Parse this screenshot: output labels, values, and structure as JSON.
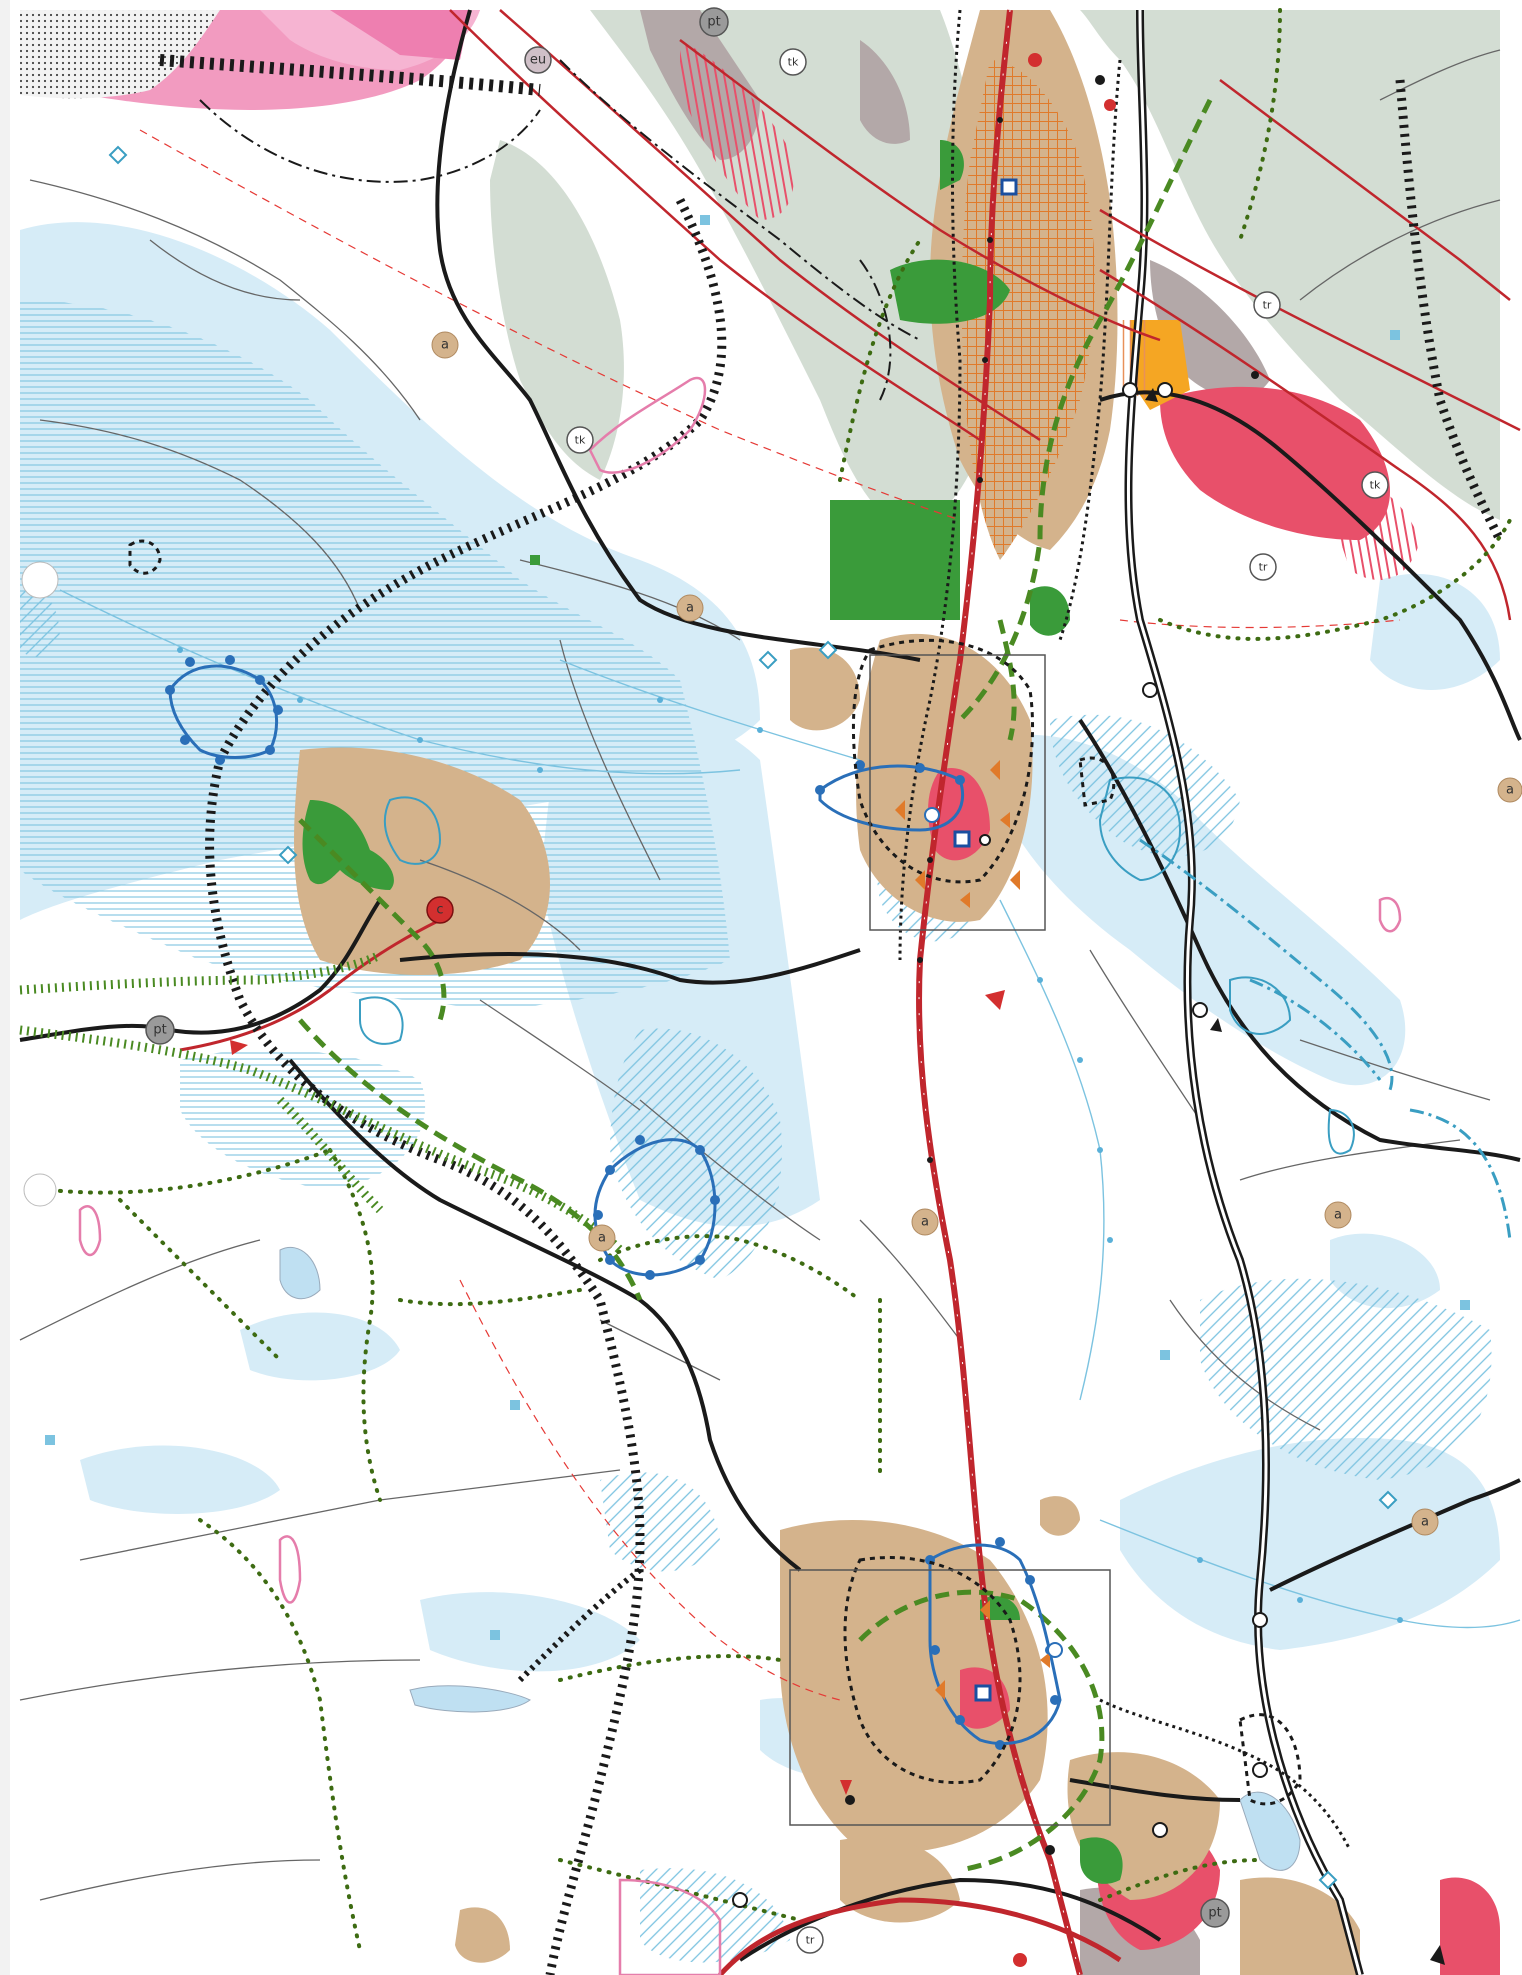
{
  "colors": {
    "paper": "#ffffff",
    "water_light": "#d6ecf7",
    "water_hatch": "#7cc3e0",
    "urban": "#d4b38c",
    "commercial": "#e8506a",
    "industrial_pink": "#f29bc0",
    "grey_zone": "#b3a8a8",
    "greenbelt": "#d3ddd3",
    "forest": "#3a9b3a",
    "rail_red": "#c0262d",
    "road_black": "#1a1a1a",
    "dotted_green": "#3d6b12",
    "blue_boundary": "#2a6fb8",
    "orange": "#f5a623",
    "dashed_red": "#e53935"
  },
  "labels": {
    "a1": "a",
    "a2": "a",
    "a3": "a",
    "a4": "a",
    "a5": "a",
    "a6": "a",
    "a7": "a",
    "pt1": "pt",
    "pt2": "pt",
    "pt3": "pt",
    "eu": "eu",
    "tk1": "tk",
    "tk2": "tk",
    "tk3": "tk",
    "c": "c",
    "tr1": "tr",
    "tr2": "tr",
    "tr3": "tr"
  }
}
